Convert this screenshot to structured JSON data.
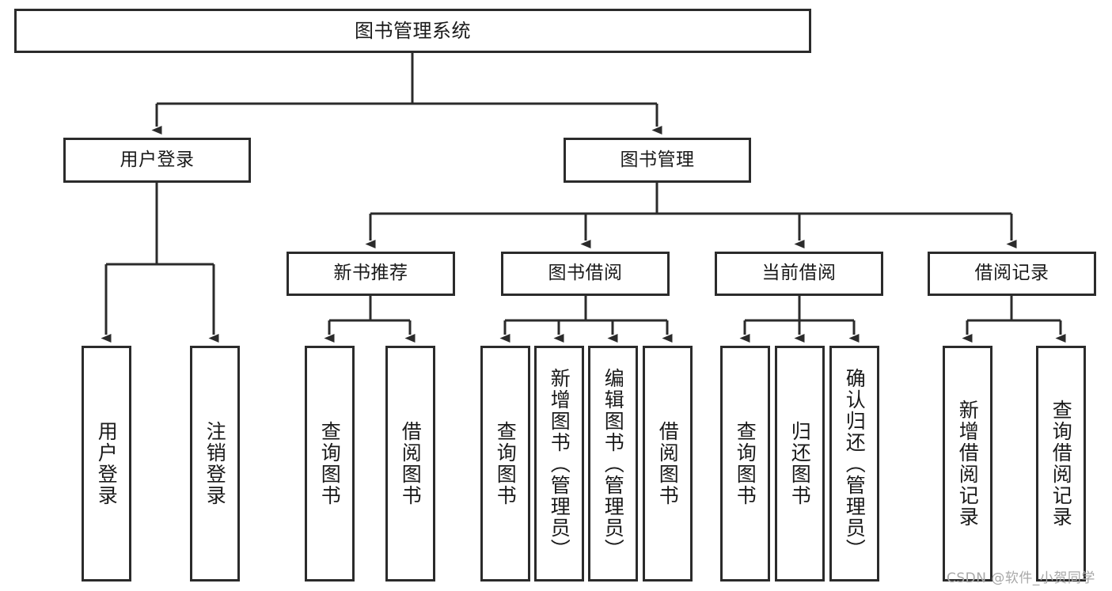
{
  "diagram": {
    "title": "图书管理系统",
    "type": "tree-structure-chart",
    "watermark": "CSDN @软件_小贺同学",
    "colors": {
      "background": "#ffffff",
      "border": "#2b2b2b",
      "text": "#1a1a1a",
      "connector": "#2b2b2b",
      "watermark": "#a8a8a8"
    },
    "nodes": {
      "root": {
        "label": "图书管理系统"
      },
      "level1": [
        {
          "id": "user-login",
          "label": "用户登录"
        },
        {
          "id": "book-manage",
          "label": "图书管理"
        }
      ],
      "level2": [
        {
          "id": "new-book-recommend",
          "label": "新书推荐"
        },
        {
          "id": "book-borrow",
          "label": "图书借阅"
        },
        {
          "id": "current-borrow",
          "label": "当前借阅"
        },
        {
          "id": "borrow-record",
          "label": "借阅记录"
        }
      ],
      "leaves": [
        {
          "id": "leaf-user-login",
          "label": "用户登录",
          "parent": "user-login"
        },
        {
          "id": "leaf-logout-login",
          "label": "注销登录",
          "parent": "user-login"
        },
        {
          "id": "leaf-query-book-1",
          "label": "查询图书",
          "parent": "new-book-recommend"
        },
        {
          "id": "leaf-borrow-book-1",
          "label": "借阅图书",
          "parent": "new-book-recommend"
        },
        {
          "id": "leaf-query-book-2",
          "label": "查询图书",
          "parent": "book-borrow"
        },
        {
          "id": "leaf-add-book",
          "label": "新增图书（管理员）",
          "parent": "book-borrow"
        },
        {
          "id": "leaf-edit-book",
          "label": "编辑图书（管理员）",
          "parent": "book-borrow"
        },
        {
          "id": "leaf-borrow-book-2",
          "label": "借阅图书",
          "parent": "book-borrow"
        },
        {
          "id": "leaf-query-book-3",
          "label": "查询图书",
          "parent": "current-borrow"
        },
        {
          "id": "leaf-return-book",
          "label": "归还图书",
          "parent": "current-borrow"
        },
        {
          "id": "leaf-confirm-return",
          "label": "确认归还（管理员）",
          "parent": "current-borrow"
        },
        {
          "id": "leaf-add-record",
          "label": "新增借阅记录",
          "parent": "borrow-record"
        },
        {
          "id": "leaf-query-record",
          "label": "查询借阅记录",
          "parent": "borrow-record"
        }
      ]
    }
  }
}
